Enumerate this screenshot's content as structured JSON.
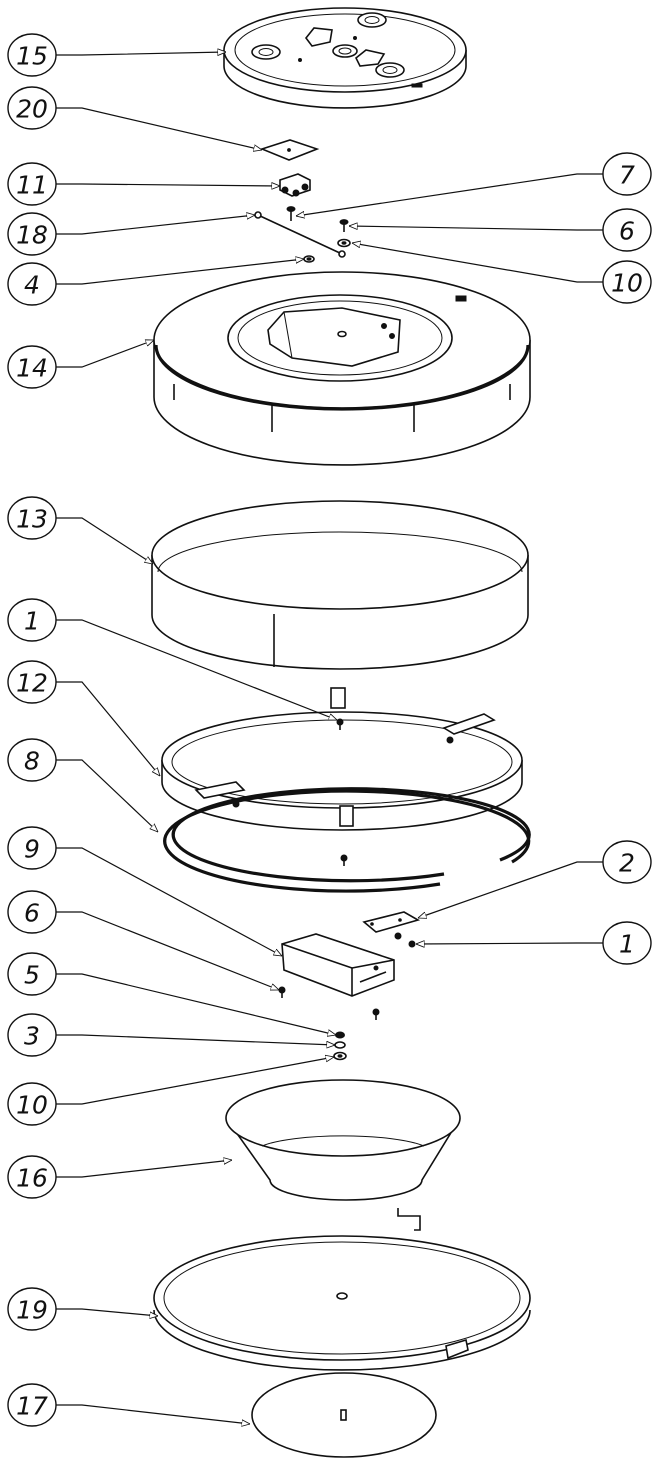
{
  "callouts": [
    {
      "label": "15"
    },
    {
      "label": "20"
    },
    {
      "label": "11"
    },
    {
      "label": "18"
    },
    {
      "label": "4"
    },
    {
      "label": "14"
    },
    {
      "label": "13"
    },
    {
      "label": "1"
    },
    {
      "label": "12"
    },
    {
      "label": "8"
    },
    {
      "label": "9"
    },
    {
      "label": "6"
    },
    {
      "label": "5"
    },
    {
      "label": "3"
    },
    {
      "label": "10"
    },
    {
      "label": "16"
    },
    {
      "label": "19"
    },
    {
      "label": "17"
    },
    {
      "label": "7"
    },
    {
      "label": "6"
    },
    {
      "label": "10"
    },
    {
      "label": "2"
    },
    {
      "label": "1"
    }
  ]
}
